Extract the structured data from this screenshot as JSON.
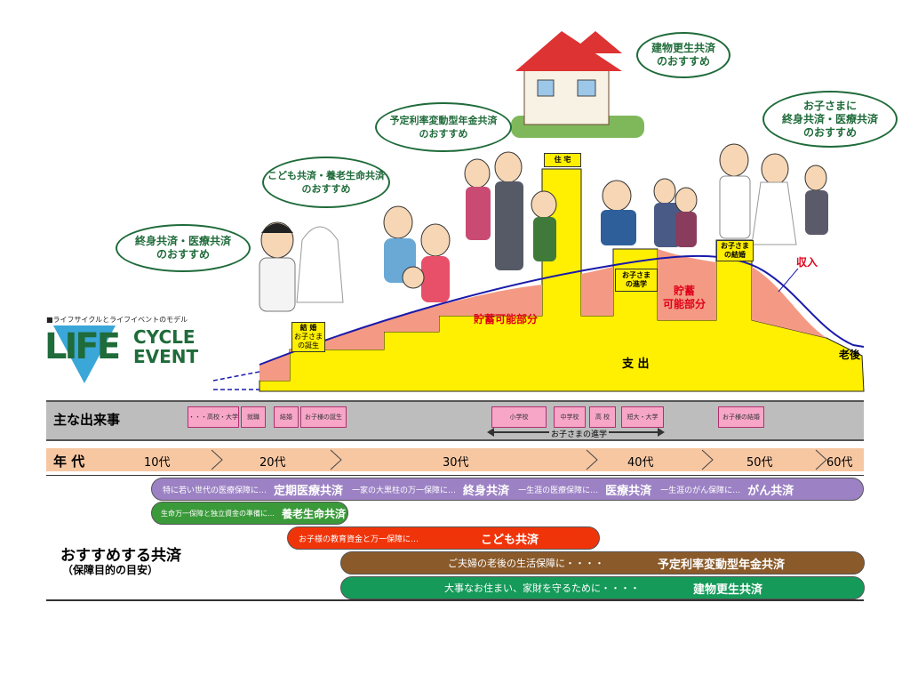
{
  "logo": {
    "caption": "■ライフサイクルとライフイベントのモデル",
    "big": "LIFE",
    "cycle": "CYCLE",
    "event": "EVENT"
  },
  "bubbles": {
    "b1": [
      "終身共済・医療共済",
      "のおすすめ"
    ],
    "b2": [
      "こども共済・養老生命共済",
      "のおすすめ"
    ],
    "b3": [
      "予定利率変動型年金共済",
      "のおすすめ"
    ],
    "b4": [
      "建物更生共済",
      "のおすすめ"
    ],
    "b5": [
      "お子さまに",
      "終身共済・医療共済",
      "のおすすめ"
    ]
  },
  "chart_labels": {
    "marriage": [
      "結 婚",
      "お子さま",
      "の誕生"
    ],
    "house": "住 宅",
    "school": [
      "お子さま",
      "の進学"
    ],
    "child_wedding": [
      "お子さま",
      "の結婚"
    ],
    "savings1": "貯蓄可能部分",
    "savings2": [
      "貯蓄",
      "可能部分"
    ],
    "income": "収入",
    "expense": "支 出",
    "old_age": "老後"
  },
  "events": {
    "label": "主な出来事",
    "items": [
      "・・・高校・大学",
      "就職",
      "結婚",
      "お子様の誕生",
      "小学校",
      "中学校",
      "高 校",
      "短大・大学",
      "お子様の結婚"
    ],
    "progress": "お子さまの進学"
  },
  "ages": {
    "label": "年 代",
    "items": [
      "10代",
      "20代",
      "30代",
      "40代",
      "50代",
      "60代"
    ]
  },
  "recommend": {
    "title": "おすすめする共済",
    "subtitle": "（保障目的の目安）"
  },
  "bars": {
    "purple": [
      {
        "desc": "特に若い世代の医療保障に…",
        "name": "定期医療共済"
      },
      {
        "desc": "一家の大黒柱の万一保障に…",
        "name": "終身共済"
      },
      {
        "desc": "一生涯の医療保障に…",
        "name": "医療共済"
      },
      {
        "desc": "一生涯のがん保障に…",
        "name": "がん共済"
      }
    ],
    "green1": {
      "desc": "生命万一保障と独立資金の準備に…",
      "name": "養老生命共済"
    },
    "orange": {
      "desc": "お子様の教育資金と万一保障に…",
      "name": "こども共済"
    },
    "brown": {
      "desc": "ご夫婦の老後の生活保障に・・・・",
      "name": "予定利率変動型年金共済"
    },
    "green2": {
      "desc": "大事なお住まい、家財を守るために・・・・",
      "name": "建物更生共済"
    }
  }
}
